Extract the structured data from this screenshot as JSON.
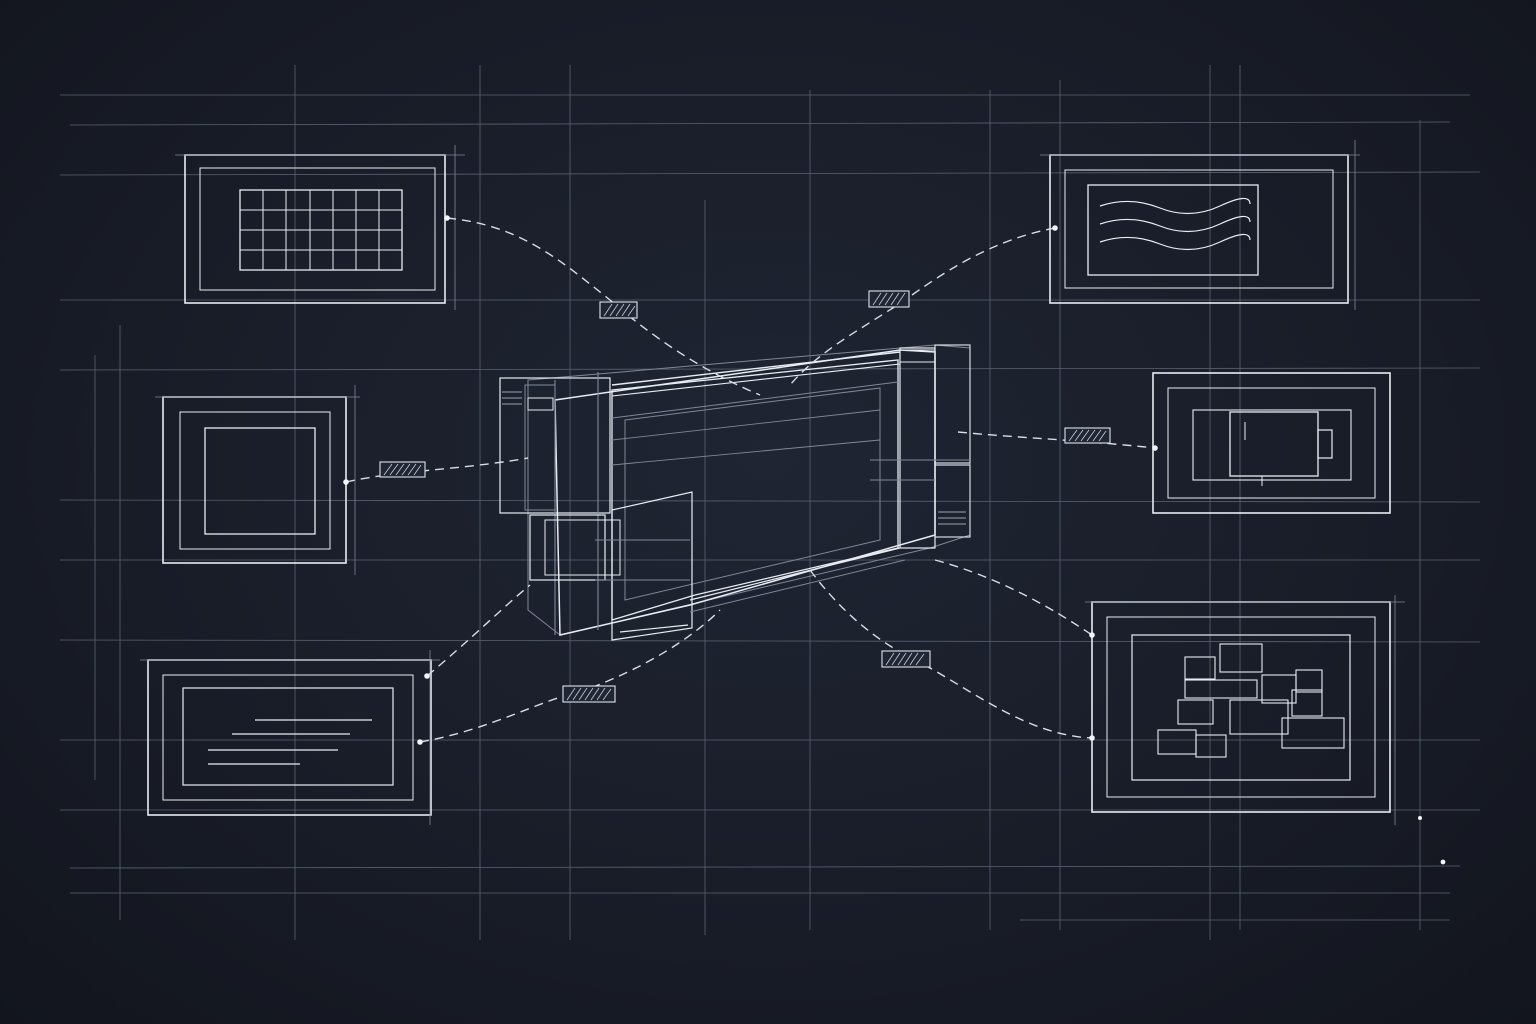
{
  "diagram": {
    "central_module": "wireframe-3d-panel",
    "panels": [
      {
        "id": "grid-panel",
        "content": "grid-icon"
      },
      {
        "id": "frame-panel",
        "content": "square-frame-icon"
      },
      {
        "id": "text-lines-panel",
        "content": "text-lines-icon"
      },
      {
        "id": "wave-panel",
        "content": "wave-icon"
      },
      {
        "id": "device-panel",
        "content": "device-icon"
      },
      {
        "id": "blocks-panel",
        "content": "block-layout-icon"
      }
    ],
    "connector_tags": 6
  },
  "colors": {
    "background": "#1a1f2b",
    "line": "#e8ecf2",
    "guide": "#5a6272"
  }
}
